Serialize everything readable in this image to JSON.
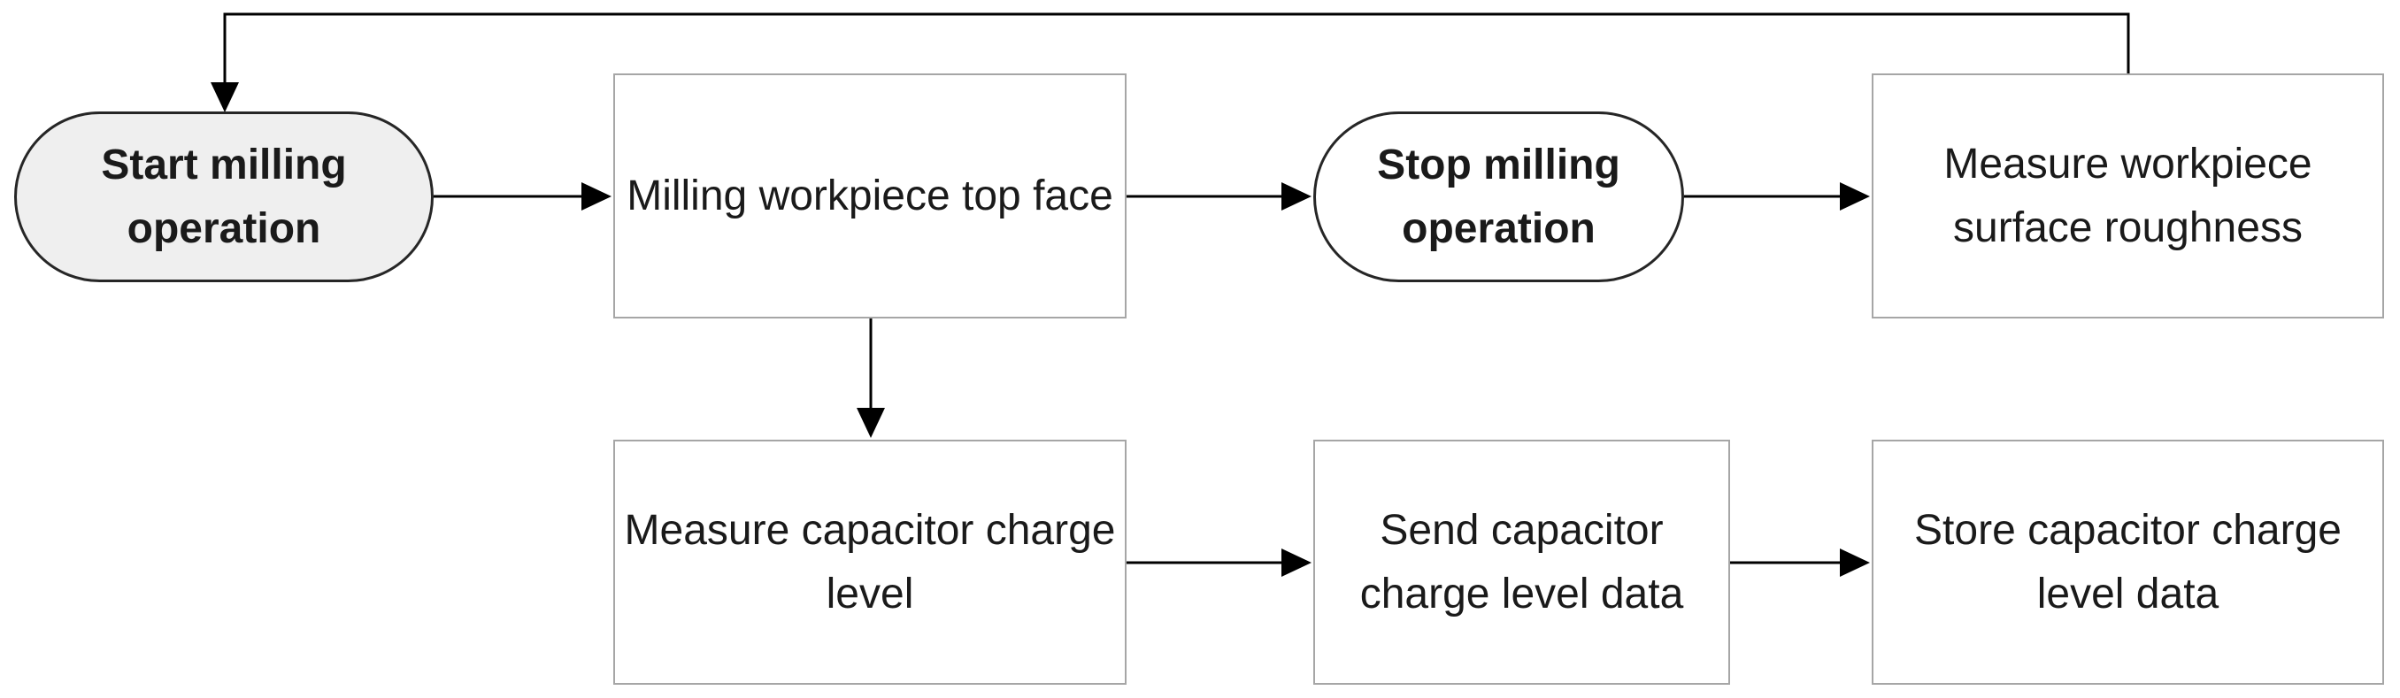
{
  "nodes": {
    "start": {
      "label": "Start milling operation"
    },
    "milling_top_face": {
      "label": "Milling workpiece top face"
    },
    "stop": {
      "label": "Stop milling operation"
    },
    "measure_roughness": {
      "label": "Measure workpiece surface roughness"
    },
    "measure_capacitor": {
      "label": "Measure capacitor charge level"
    },
    "send_data": {
      "label": "Send capacitor charge level data"
    },
    "store_data": {
      "label": "Store capacitor charge level data"
    }
  },
  "edges": [
    {
      "from": "start",
      "to": "milling_top_face"
    },
    {
      "from": "milling_top_face",
      "to": "stop"
    },
    {
      "from": "stop",
      "to": "measure_roughness"
    },
    {
      "from": "measure_roughness",
      "to": "start"
    },
    {
      "from": "milling_top_face",
      "to": "measure_capacitor"
    },
    {
      "from": "measure_capacitor",
      "to": "send_data"
    },
    {
      "from": "send_data",
      "to": "store_data"
    }
  ],
  "colors": {
    "line": "#000000",
    "box_border": "#a6a6a6",
    "terminal_border": "#262626",
    "start_fill": "#efefef",
    "text": "#1a1a1a"
  }
}
